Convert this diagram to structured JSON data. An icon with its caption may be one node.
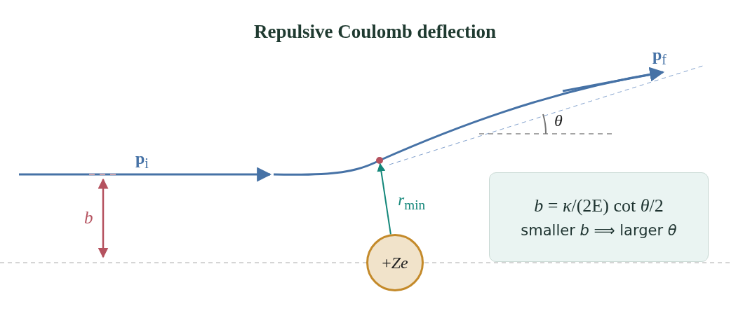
{
  "diagram": {
    "title": "Repulsive Coulomb deflection",
    "nodes": [
      {
        "text": [
          "+*Ze*"
        ]
      },
      {
        "text": [],
        "shape": "circle"
      },
      {
        "text": [
          "*b* = *κ*/(2E) cot *θ*/2",
          "smaller *b* ⟹ larger *θ*"
        ]
      }
    ],
    "edges": [
      {
        "from": 0,
        "to": 1,
        "arrow": "to",
        "label": "*r*$_{min}$",
        "color": "#13877a"
      }
    ],
    "labels": [
      "**p**$_{f}$",
      "*θ*",
      "**p**$_{i}$",
      "*b*"
    ]
  }
}
